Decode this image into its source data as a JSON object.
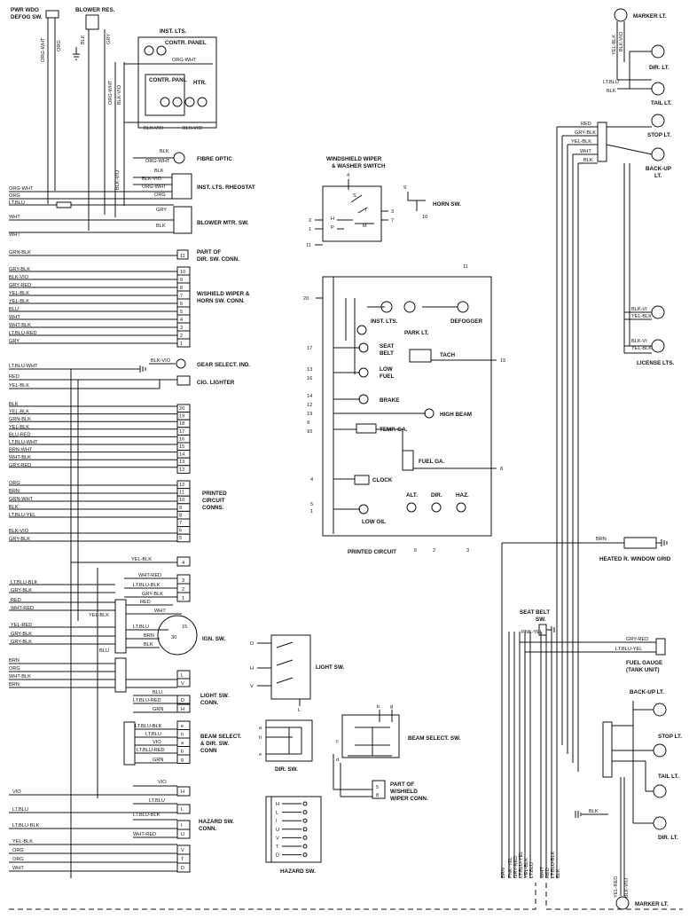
{
  "components": {
    "pwr_wdo": [
      "PWR WDO",
      "DEFOG SW."
    ],
    "blower_res": "BLOWER RES.",
    "inst_lts": "INST. LTS.",
    "contr_panel": "CONTR. PANEL",
    "contr_panl": "CONTR. PANL",
    "htr": "HTR.",
    "fibre_optic": "FIBRE OPTIC",
    "inst_lts_rheostat": "INST. LTS. RHEOSTAT",
    "blower_mtr_sw": "BLOWER MTR. SW.",
    "dir_sw_conn": [
      "PART OF",
      "DIR. SW. CONN."
    ],
    "wiper_horn_conn": [
      "W/SHIELD WIPER &",
      "HORN SW. CONN."
    ],
    "gear_select": "GEAR SELECT. IND.",
    "cig_lighter": "CIG. LIGHTER",
    "printed_circuit_conns": [
      "PRINTED",
      "CIRCUIT",
      "CONNS."
    ],
    "ign_sw": "IGN. SW.",
    "light_sw_conn": [
      "LIGHT SW.",
      "CONN."
    ],
    "beam_select_conn": [
      "BEAM SELECT.",
      "& DIR. SW.",
      "CONN"
    ],
    "hazard_sw_conn": [
      "HAZARD SW.",
      "CONN."
    ],
    "wiper_washer_sw": [
      "WINDSHIELD WIPER",
      "& WASHER SWITCH"
    ],
    "horn_sw": "HORN SW.",
    "inst_lts_pc": "INST. LTS.",
    "defogger": "DEFOGGER",
    "park_lt": "PARK LT.",
    "seat_belt": [
      "SEAT",
      "BELT"
    ],
    "tach": "TACH",
    "low_fuel": [
      "LOW",
      "FUEL"
    ],
    "brake": "BRAKE",
    "high_beam": "HIGH BEAM",
    "temp_ga": "TEMP. GA.",
    "fuel_ga": "FUEL GA.",
    "clock": "CLOCK",
    "alt": "ALT.",
    "dir": "DIR.",
    "haz": "HAZ.",
    "low_oil": "LOW OIL",
    "printed_circuit": "PRINTED CIRCUIT",
    "light_sw": "LIGHT SW.",
    "dir_sw": "DIR. SW.",
    "beam_select_sw": "BEAM SELECT. SW.",
    "wiper_conn": [
      "PART OF",
      "W/SHIELD",
      "WIPER CONN."
    ],
    "hazard_sw": "HAZARD SW.",
    "marker_lt_top": "MARKER LT.",
    "dir_lt_top": "DIR. LT.",
    "tail_lt_top": "TAIL LT.",
    "stop_lt_top": "STOP LT.",
    "backup_lt_top": [
      "BACK-UP",
      "LT."
    ],
    "license_lts": "LICENSE LTS.",
    "heated_grid": "HEATED R. WINDOW GRID",
    "seat_belt_sw": [
      "SEAT BELT",
      "SW."
    ],
    "fuel_gauge_tank": [
      "FUEL GAUGE",
      "(TANK UNIT)"
    ],
    "backup_lt_bottom": "BACK-UP LT.",
    "stop_lt_bottom": "STOP LT.",
    "tail_lt_bottom": "TAIL LT.",
    "dir_lt_bottom": "DIR. LT.",
    "marker_lt_bottom": "MARKER LT."
  },
  "wire_labels": {
    "top_left": [
      "ORG-WHT",
      "ORG",
      "BLK",
      "GRY",
      "ORG-WHT",
      "BLK-VIO",
      "ORG-WHT",
      "BLK-VIO",
      "BLK-VIO",
      "BLK",
      "ORG-WHT",
      "BLK",
      "BLK-VIO",
      "ORG-WHT",
      "ORG",
      "GRY",
      "BLK",
      "BLK-VIO"
    ],
    "left_feeds": [
      "ORG-WHT",
      "ORG",
      "LT.BLU",
      "WHT",
      "WHT",
      "GRN-BLK"
    ],
    "wiper_conn": [
      "GRY-BLK",
      "BLK-VIO",
      "GRY-RED",
      "YEL-BLK",
      "YEL-BLK",
      "BLU",
      "WHT",
      "WHT-BLK",
      "LT.BLU-RED",
      "GRY"
    ],
    "gear_cig": [
      "LT.BLU-WHT",
      "BLK-VIO",
      "RED",
      "YEL-BLK"
    ],
    "pc_upper": [
      "BLK",
      "YEL-BLK",
      "GRN-BLK",
      "YEL-BLK",
      "BLU-RED",
      "LT.BLU-WHT",
      "BRN-WHT",
      "WHT-BLK",
      "GRY-RED"
    ],
    "pc_lower": [
      "ORG",
      "BRN",
      "GRN-WHT",
      "BLK",
      "LT.BLU-YEL",
      "BLK-VIO",
      "GRY-BLK",
      "YEL-BLK"
    ],
    "ign_left": [
      "LT.BLU-BLK",
      "GRY-BLK",
      "RED",
      "WHT-RED",
      "YEL-RED",
      "GRY-BLK",
      "GRY-BLK",
      "BLU"
    ],
    "ign_right": [
      "WHT-RED",
      "LT.BLU-BLK",
      "GRY-BLK",
      "RED",
      "WHT",
      "YEL-BLK",
      "LT.BLU",
      "BRN",
      "BLK"
    ],
    "light_sw": [
      "BRN",
      "ORG",
      "WHT-BLK",
      "BRN",
      "BLU",
      "LT.BLU-RED",
      "GRN"
    ],
    "beam_select": [
      "LT.BLU-BLK",
      "LT.BLU",
      "VIO",
      "LT.BLU-RED",
      "GRN"
    ],
    "hazard": [
      "VIO",
      "LT.BLU",
      "LT.BLU-BLK",
      "YEL-BLK",
      "ORG",
      "ORG",
      "WHT",
      "VIO",
      "LT.BLU",
      "LT.BLU-BLK",
      "WHT-RED"
    ],
    "right_top": [
      "YEL-BLK",
      "BLK-VIO",
      "LT.BLU",
      "BLK",
      "RED",
      "GRY-BLK",
      "YEL-BLK",
      "WHT",
      "BLK"
    ],
    "right_license": [
      "BLK-VI",
      "YEL-BLK",
      "BLK-VI",
      "YEL-BLK"
    ],
    "right_mid": [
      "BRN",
      "PNK-YEL",
      "GRY-RED",
      "LT.BLU-YEL"
    ],
    "bottom_bundle": [
      "BRN",
      "PNK-YEL",
      "GRY-RED",
      "LT.BLU-YEL",
      "YEL-BLK",
      "LT.BLU",
      "WHT",
      "RED",
      "LT.BLU-BLK",
      "BLK",
      "YEL-RED",
      "BLK-VIO"
    ]
  },
  "connector_labels": {
    "hazard_sw_col": [
      "H",
      "L",
      "I",
      "U",
      "V",
      "T",
      "D"
    ],
    "light_sw_pins": [
      "D",
      "H",
      "V",
      "L"
    ],
    "dir_sw_pins": [
      "a",
      "h",
      "e"
    ],
    "beam_select_pins": [
      "b",
      "g",
      "c",
      "d"
    ],
    "wiper_pins": [
      "S",
      "I",
      "H",
      "P",
      "M"
    ],
    "light_conn": [
      "L",
      "V",
      "D",
      "H"
    ],
    "beam_conn": [
      "e",
      "h",
      "a",
      "b",
      "g"
    ]
  }
}
